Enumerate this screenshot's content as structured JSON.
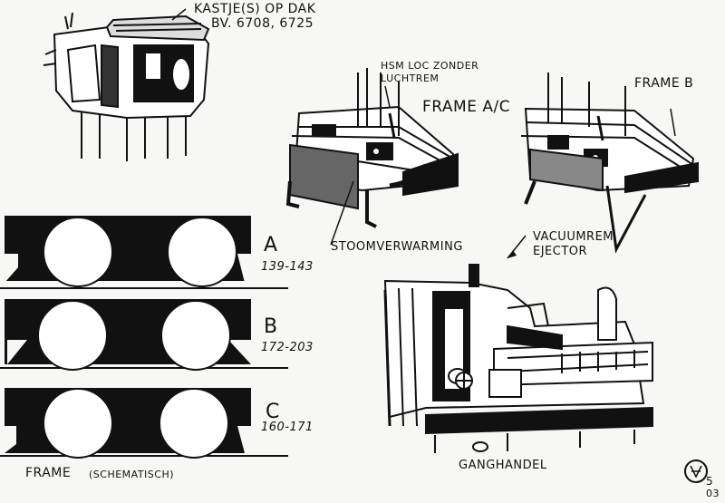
{
  "labels": {
    "kastje_line1": "KASTJE(S) OP DAK",
    "kastje_line2": "BV. 6708, 6725",
    "hsm_line1": "HSM LOC ZONDER",
    "hsm_line2": "LUCHTREM",
    "frame_ac": "FRAME A/C",
    "frame_b": "FRAME B",
    "stoomverwarming": "STOOMVERWARMING",
    "vacuumrem_line1": "VACUUMREM",
    "vacuumrem_line2": "EJECTOR",
    "ganghandel": "GANGHANDEL",
    "frame_schematic": "FRAME",
    "frame_schematic_sub": "(SCHEMATISCH)",
    "signature_number": "5",
    "signature_year": "03"
  },
  "frames": [
    {
      "letter": "A",
      "range": "139-143"
    },
    {
      "letter": "B",
      "range": "172-203"
    },
    {
      "letter": "C",
      "range": "160-171"
    }
  ],
  "colors": {
    "ink": "#111111",
    "paper": "#f7f7f5"
  }
}
